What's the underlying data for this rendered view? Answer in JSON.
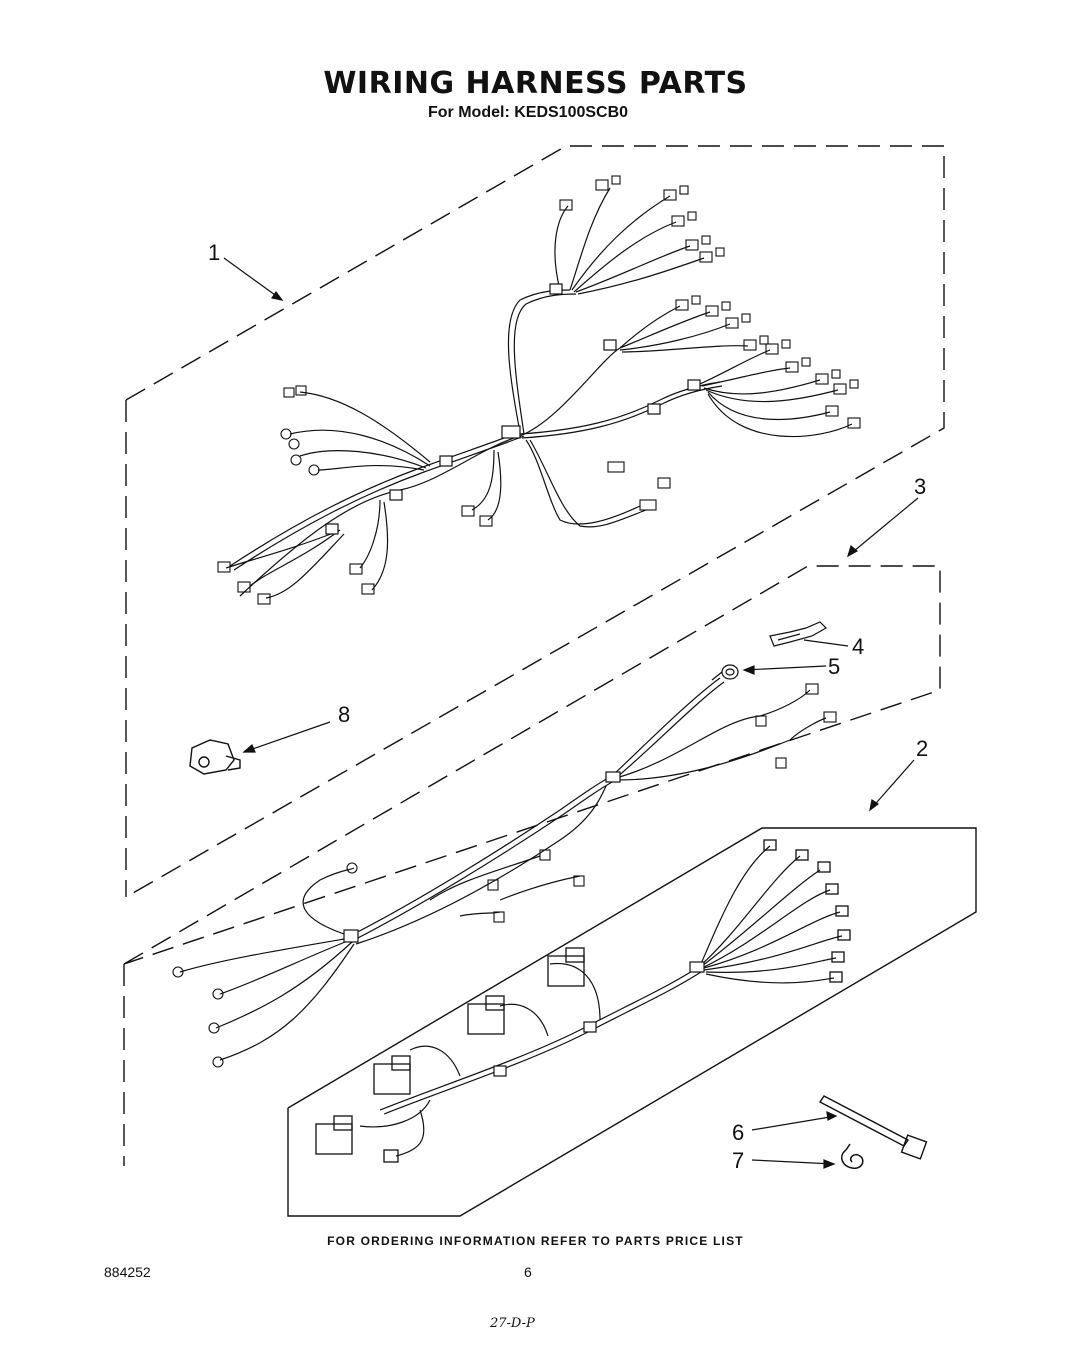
{
  "title": "WIRING HARNESS PARTS",
  "subtitle": "For Model: KEDS100SCB0",
  "callouts": {
    "c1": "1",
    "c2": "2",
    "c3": "3",
    "c4": "4",
    "c5": "5",
    "c6": "6",
    "c7": "7",
    "c8": "8"
  },
  "footer": "FOR ORDERING INFORMATION REFER TO PARTS PRICE LIST",
  "doc_number": "884252",
  "page_number": "6",
  "handwritten_note": "27-D-P"
}
